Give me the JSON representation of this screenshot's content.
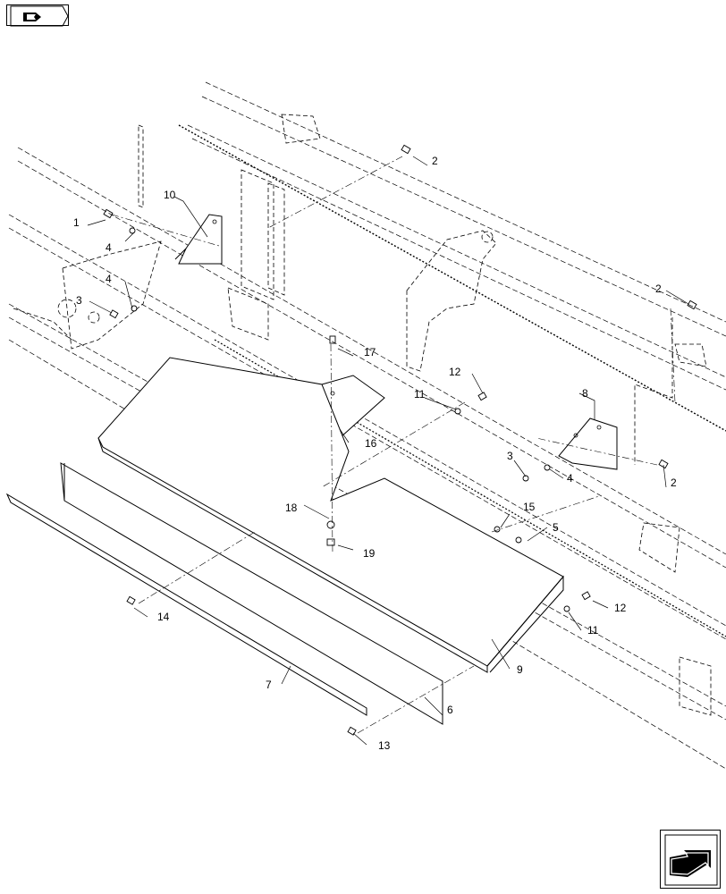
{
  "navigation": {
    "top_icon": "page-back-icon",
    "bottom_icon": "page-forward-icon"
  },
  "callouts": {
    "c1": "1",
    "c2a": "2",
    "c2b": "2",
    "c2c": "2",
    "c3a": "3",
    "c3b": "3",
    "c4a": "4",
    "c4b": "4",
    "c4c": "4",
    "c5": "5",
    "c6": "6",
    "c7": "7",
    "c8": "8",
    "c9": "9",
    "c10": "10",
    "c11a": "11",
    "c11b": "11",
    "c12a": "12",
    "c12b": "12",
    "c13": "13",
    "c14": "14",
    "c15": "15",
    "c16": "16",
    "c17": "17",
    "c18": "18",
    "c19": "19"
  },
  "colors": {
    "line": "#000000",
    "background": "#ffffff"
  }
}
